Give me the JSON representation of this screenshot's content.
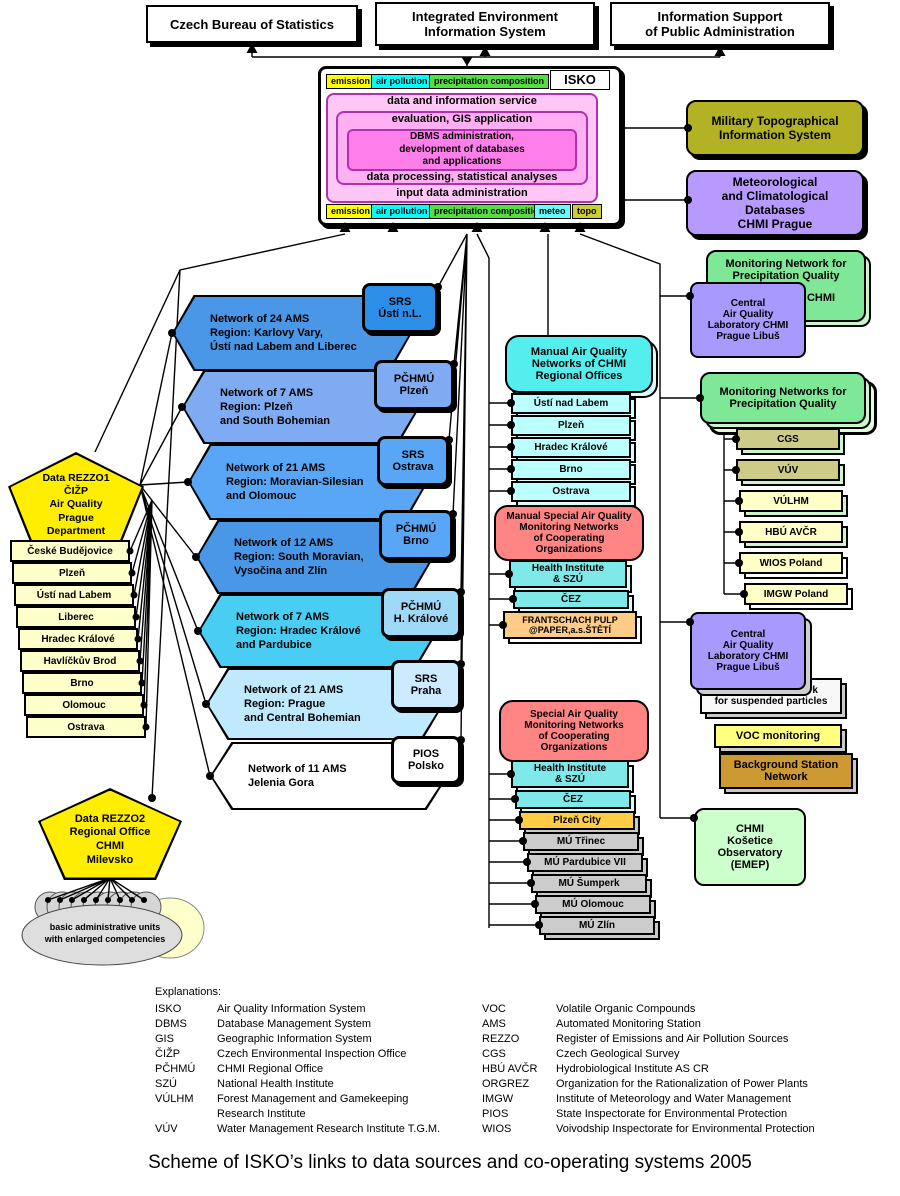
{
  "title": "Scheme of ISKO’s links to data sources and co-operating systems 2005",
  "top_boxes": {
    "stats": "Czech Bureau of Statistics",
    "env": "Integrated Environment\nInformation System",
    "info": "Information Support\nof Public Administration"
  },
  "isko": {
    "label": "ISKO",
    "tags_top": [
      "emission",
      "air pollution",
      "precipitation composition"
    ],
    "tags_bottom": [
      "emission",
      "air pollution",
      "precipitation composition",
      "meteo",
      "topo"
    ],
    "layer_outer_top": "data and information service",
    "layer_mid_top": "evaluation, GIS application",
    "layer_inner": "DBMS administration,\ndevelopment of databases\nand applications",
    "layer_mid_bottom": "data processing, statistical analyses",
    "layer_outer_bottom": "input data administration"
  },
  "right": {
    "military": "Military Topographical\nInformation System",
    "meteo_db": "Meteorological\nand Climatological\nDatabases\nCHMI Prague",
    "precip_chmi_title": "Monitoring Network for\nPrecipitation Quality",
    "precip_chmi_sub": "CHMI",
    "central_lab": "Central\nAir Quality\nLaboratory CHMI\nPrague Libuš",
    "precip_networks": "Monitoring Networks for\nPrecipitation Quality",
    "precip_items": [
      "CGS",
      "VÚV",
      "VÚLHM",
      "HBÚ AVČR",
      "WIOS Poland",
      "IMGW Poland"
    ],
    "central_lab2": "Central\nAir Quality\nLaboratory CHMI\nPrague Libuš",
    "susp_particles": "Monitoring Network\nfor suspended particles",
    "voc": "VOC monitoring",
    "background_station": "Background Station\nNetwork",
    "kosetice": "CHMI\nKošetice\nObservatory\n(EMEP)"
  },
  "networks": [
    {
      "text": "Network of  24 AMS\nRegion:  Karlovy Vary,\nÚstí nad Labem and Liberec",
      "station": "SRS\nÚstí n.L."
    },
    {
      "text": "Network of  7 AMS\nRegion:  Plzeň\nand South Bohemian",
      "station": "PČHMÚ\nPlzeň"
    },
    {
      "text": "Network of  21 AMS\nRegion:  Moravian-Silesian\nand Olomouc",
      "station": "SRS\nOstrava"
    },
    {
      "text": "Network of 12 AMS\nRegion:  South Moravian,\nVysočina and Zlín",
      "station": "PČHMÚ\nBrno"
    },
    {
      "text": "Network of  7 AMS\nRegion:  Hradec Králové\nand Pardubice",
      "station": "PČHMÚ\nH. Králové"
    },
    {
      "text": "Network of  21 AMS\nRegion:  Prague\nand Central Bohemian",
      "station": "SRS\nPraha"
    },
    {
      "text": "Network of 11 AMS\nJelenia Gora",
      "station": "PIOS\nPolsko"
    }
  ],
  "rezzo1": {
    "label": "Data REZZO1\nČIŽP\nAir Quality\nPrague\nDepartment",
    "cities": [
      "České Budějovice",
      "Plzeň",
      "Ústí nad Labem",
      "Liberec",
      "Hradec Králové",
      "Havlíčkův Brod",
      "Brno",
      "Olomouc",
      "Ostrava"
    ]
  },
  "rezzo2": {
    "label": "Data REZZO2\nRegional Office\nCHMI\nMilevsko",
    "units": "basic administrative units\nwith enlarged competencies"
  },
  "manual_aq": {
    "title": "Manual Air Quality\nNetworks of CHMI\nRegional Offices",
    "items": [
      "Ústí nad Labem",
      "Plzeň",
      "Hradec Králové",
      "Brno",
      "Ostrava"
    ]
  },
  "manual_special": {
    "title": "Manual Special Air Quality\nMonitoring Networks\nof Cooperating\nOrganizations",
    "items": [
      "Health Institute\n& SZÚ",
      "ČEZ",
      "FRANTSCHACH PULP\n@PAPER,a.s.ŠTĚTÍ"
    ]
  },
  "special": {
    "title": "Special Air Quality\nMonitoring Networks\nof Cooperating\nOrganizations",
    "items": [
      "Health Institute\n& SZÚ",
      "ČEZ",
      "Plzeň City",
      "MÚ Třinec",
      "MÚ Pardubice VII",
      "MÚ Šumperk",
      "MÚ Olomouc",
      "MÚ Zlín"
    ]
  },
  "explanations": {
    "header": "Explanations:",
    "left": [
      {
        "term": "ISKO",
        "def": "Air Quality Information System"
      },
      {
        "term": "DBMS",
        "def": "Database Management System"
      },
      {
        "term": "GIS",
        "def": "Geographic Information System"
      },
      {
        "term": "ČIŽP",
        "def": "Czech Environmental Inspection Office"
      },
      {
        "term": "PČHMÚ",
        "def": "CHMI Regional Office"
      },
      {
        "term": "SZÚ",
        "def": "National Health Institute"
      },
      {
        "term": "VÚLHM",
        "def": "Forest Management and Gamekeeping\nResearch Institute"
      },
      {
        "term": "VÚV",
        "def": "Water Management Research Institute T.G.M."
      }
    ],
    "right": [
      {
        "term": "VOC",
        "def": "Volatile Organic Compounds"
      },
      {
        "term": "AMS",
        "def": "Automated Monitoring Station"
      },
      {
        "term": "REZZO",
        "def": "Register of Emissions and Air Pollution Sources"
      },
      {
        "term": "CGS",
        "def": "Czech Geological Survey"
      },
      {
        "term": "HBÚ AVČR",
        "def": "Hydrobiological Institute AS CR"
      },
      {
        "term": "ORGREZ",
        "def": "Organization for the Rationalization of Power Plants"
      },
      {
        "term": "IMGW",
        "def": "Institute of Meteorology and Water Management"
      },
      {
        "term": "PIOS",
        "def": "State Inspectorate for Environmental Protection"
      },
      {
        "term": "WIOS",
        "def": "Voivodship Inspectorate for Environmental Protection"
      }
    ]
  },
  "palette": {
    "emission_yellow": "#ffff00",
    "air_pollution_cyan": "#00ffff",
    "precipitation_green": "#55dd44",
    "meteo_cyan": "#66ffff",
    "topo_olive": "#cccc33",
    "isko_pink": "#ffc6f6",
    "dbms_magenta": "#ff7fea",
    "network_blue": "#4a97e8",
    "purple_box": "#a899ff",
    "green_box": "#7fe896",
    "salmon_box": "#ff8585",
    "olive_box": "#b2b224",
    "rezzo_yellow": "#ffee00"
  }
}
